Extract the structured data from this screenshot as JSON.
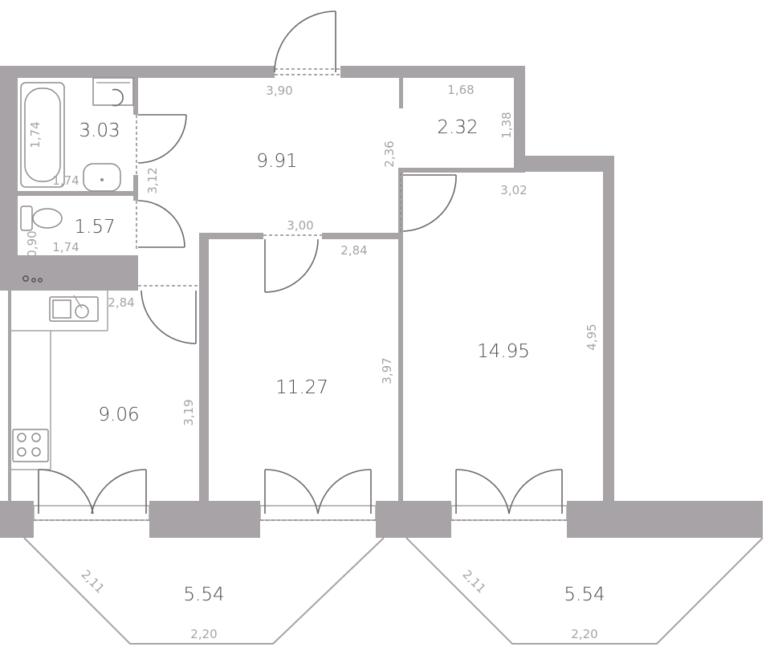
{
  "rooms": [
    {
      "id": "bathroom",
      "area": "3.03"
    },
    {
      "id": "hall",
      "area": "9.91"
    },
    {
      "id": "storage",
      "area": "2.32"
    },
    {
      "id": "toilet",
      "area": "1.57"
    },
    {
      "id": "kitchen",
      "area": "9.06"
    },
    {
      "id": "bedroom",
      "area": "11.27"
    },
    {
      "id": "living-room",
      "area": "14.95"
    },
    {
      "id": "balcony-left",
      "area": "5.54"
    },
    {
      "id": "balcony-right",
      "area": "5.54"
    }
  ],
  "dimensions": {
    "hall_top": "3,90",
    "storage_top": "1,68",
    "storage_right": "1,38",
    "hall_right": "2,36",
    "bath_side": "1,74",
    "bath_bottom": "1,74",
    "hall_left": "3,12",
    "living_top": "3,02",
    "hall_bottom": "3,00",
    "wc_side": "0,90",
    "wc_bottom": "1,74",
    "bedroom_top": "2,84",
    "kitchen_top": "2,84",
    "living_right": "4,95",
    "bedroom_right": "3,97",
    "kitchen_right": "3,19",
    "balcony_left_side": "2,11",
    "balcony_left_bottom": "2,20",
    "balcony_right_side": "2,11",
    "balcony_right_bottom": "2,20"
  },
  "colors": {
    "wall": "#a7a3a6",
    "text": "#4d4a4c",
    "dimension": "#a7a3a6"
  }
}
